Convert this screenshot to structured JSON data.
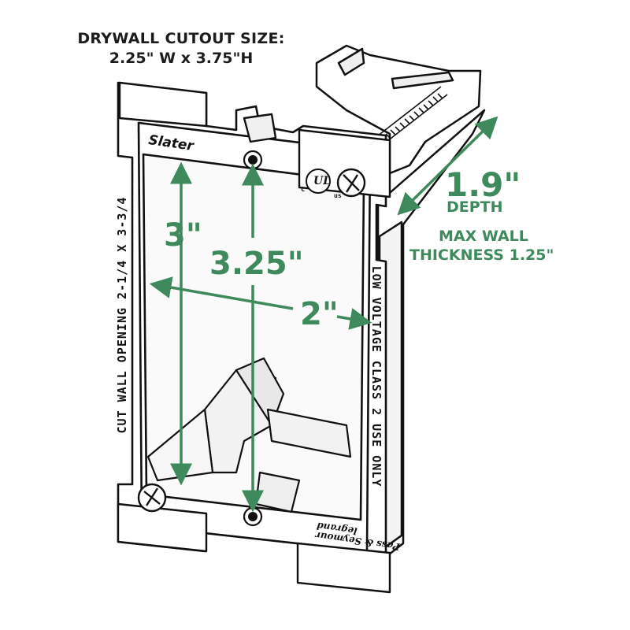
{
  "header": {
    "line1": "DRYWALL CUTOUT SIZE:",
    "line2": "2.25\" W x 3.75\"H"
  },
  "dimensions": {
    "height_inner": "3\"",
    "height_screw": "3.25\"",
    "width": "2\"",
    "depth_value": "1.9\"",
    "depth_label": "DEPTH",
    "max_wall_line1": "MAX WALL",
    "max_wall_line2": "THICKNESS 1.25\""
  },
  "bracket_text": {
    "left_side": "CUT WALL OPENING 2-1/4 X 3-3/4",
    "right_side": "LOW VOLTAGE CLASS 2 USE ONLY",
    "brand_top": "Slater",
    "brand_bottom_line1": "Pass & Seymour",
    "brand_bottom_line2": "legrand",
    "ul_mark": "UL",
    "ul_c": "c",
    "ul_us": "us"
  },
  "colors": {
    "accent_green": "#3e8a5c",
    "outline": "#111111",
    "fill": "#ffffff"
  }
}
